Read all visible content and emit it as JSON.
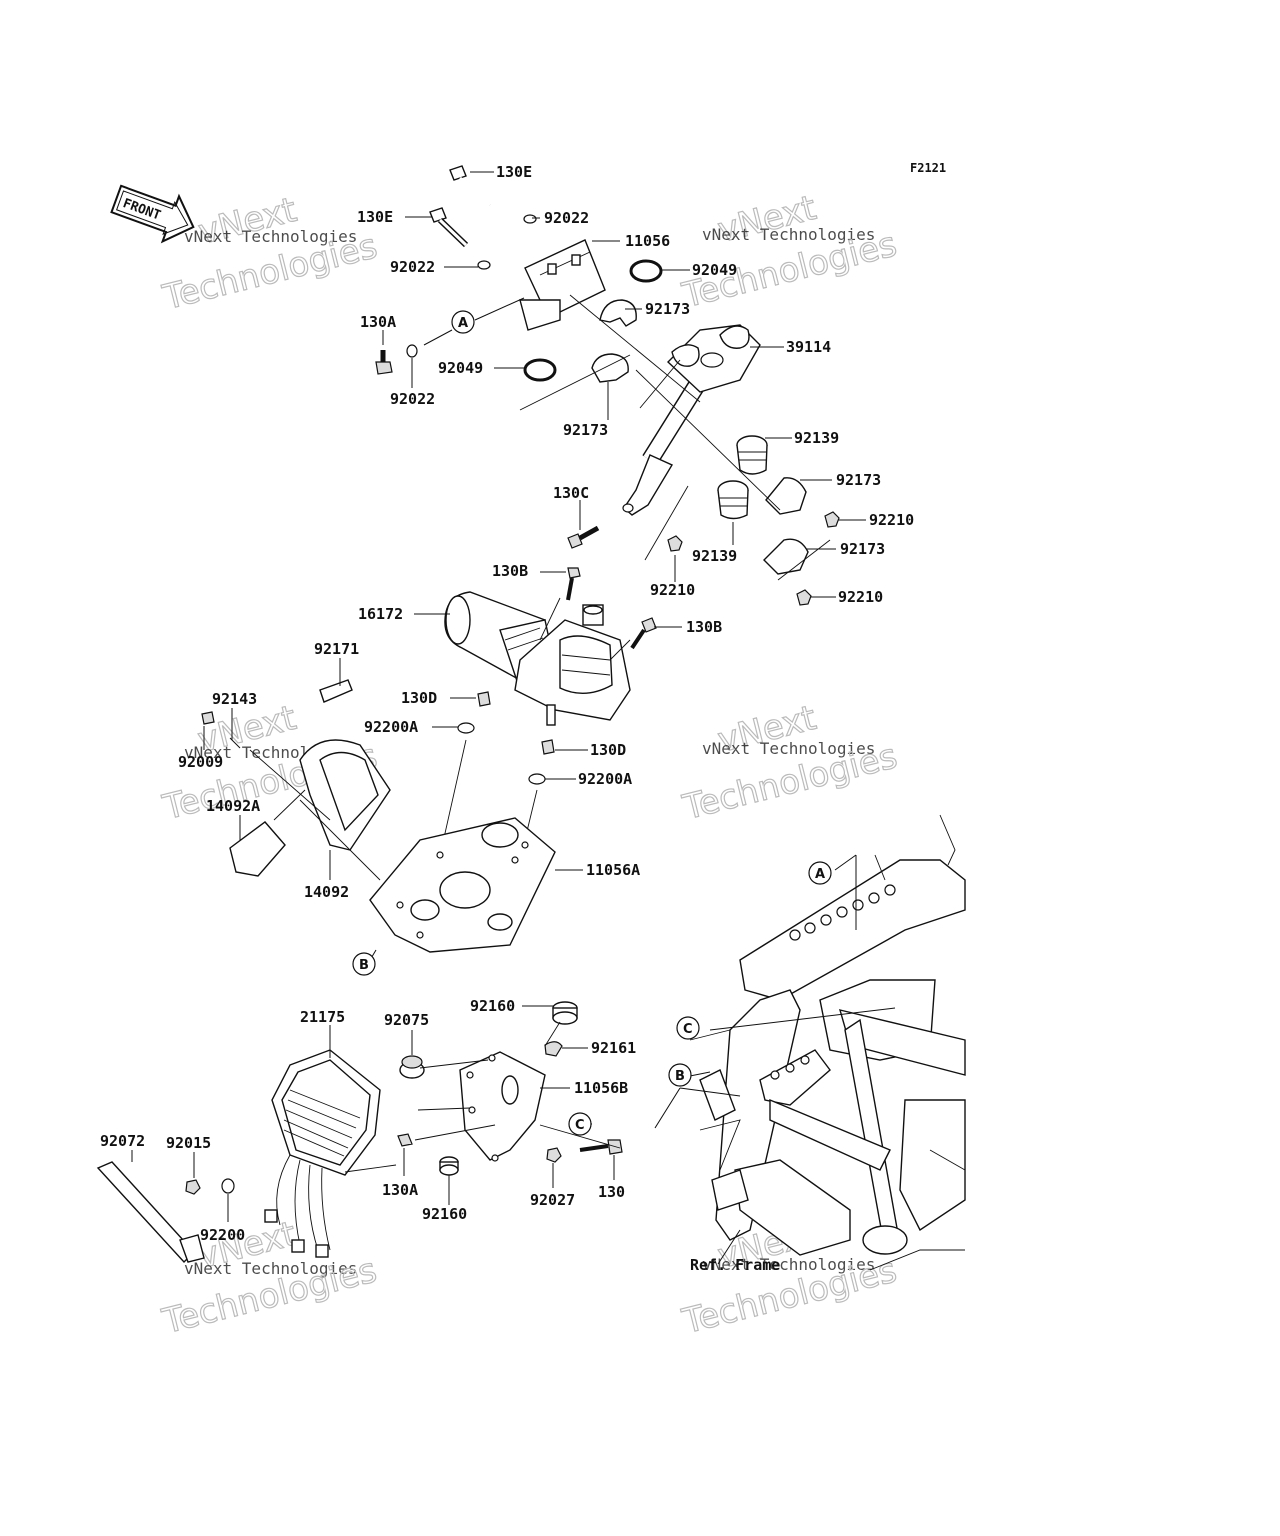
{
  "figure_code": "F2121",
  "front_label": "FRONT",
  "ref_label": "Ref. Frame",
  "watermark": {
    "line1": "vNext Technologies",
    "line2": "vNext",
    "line3": "Technologies"
  },
  "callouts": {
    "a": "A",
    "b": "B",
    "c": "C"
  },
  "parts": {
    "p130e_top": "130E",
    "p130e_left": "130E",
    "p92022_top": "92022",
    "p11056": "11056",
    "p92022_mid": "92022",
    "p92049_top": "92049",
    "p92173_top": "92173",
    "p130a_top": "130A",
    "p39114": "39114",
    "p92049_left": "92049",
    "p92022_low": "92022",
    "p92173_mid": "92173",
    "p92139_top": "92139",
    "p130c": "130C",
    "p92173_right1": "92173",
    "p92210_right1": "92210",
    "p92139_low": "92139",
    "p92173_right2": "92173",
    "p130b_top": "130B",
    "p92210_mid": "92210",
    "p92210_right2": "92210",
    "p16172": "16172",
    "p130b_right": "130B",
    "p92171": "92171",
    "p130d_left": "130D",
    "p92143": "92143",
    "p92200a_left": "92200A",
    "p92009": "92009",
    "p130d_right": "130D",
    "p92200a_right": "92200A",
    "p14092a": "14092A",
    "p11056a": "11056A",
    "p14092": "14092",
    "p92160_top": "92160",
    "p21175": "21175",
    "p92075": "92075",
    "p92161": "92161",
    "p11056b": "11056B",
    "p92072": "92072",
    "p92015": "92015",
    "p130a_low": "130A",
    "p92160_low": "92160",
    "p92027": "92027",
    "p130": "130",
    "p92200": "92200"
  }
}
